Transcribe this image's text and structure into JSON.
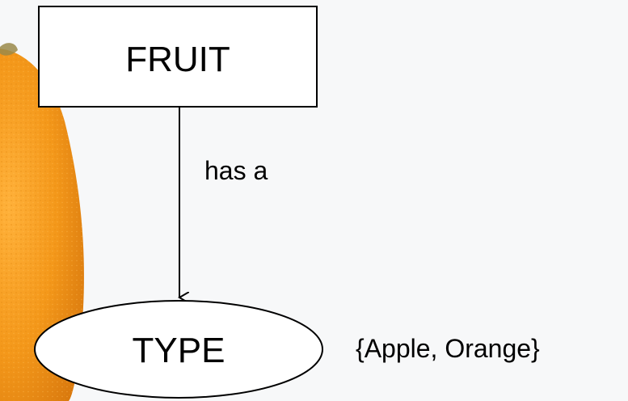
{
  "diagram": {
    "entity": {
      "label": "FRUIT"
    },
    "relation": {
      "label": "has a"
    },
    "attribute": {
      "label": "TYPE",
      "values": "{Apple, Orange}"
    }
  },
  "colors": {
    "background": "#f7f8f9",
    "orange": "#f29a1e",
    "orange_dark": "#d9790e",
    "stroke": "#000000",
    "box_fill": "#ffffff"
  },
  "background_image": {
    "icon": "orange-fruit-icon"
  }
}
